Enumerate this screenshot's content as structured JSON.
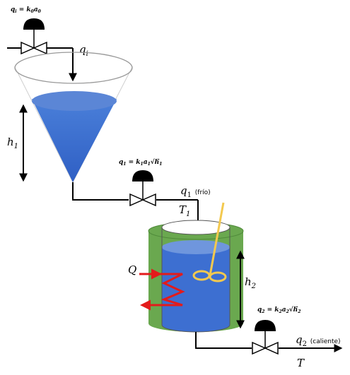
{
  "diagram": {
    "valve0": {
      "var": "q",
      "sub": "i",
      "rest": " = k",
      "rest_sub": "0",
      "tail": "a",
      "tail_sub": "0"
    },
    "valve1": {
      "var": "q",
      "sub": "1",
      "rest": " = k",
      "rest_sub": "1",
      "tail": "a",
      "tail_sub": "1",
      "sqrt": "h",
      "sqrt_sub": "1"
    },
    "valve2": {
      "var": "q",
      "sub": "2",
      "rest": " = k",
      "rest_sub": "2",
      "tail": "a",
      "tail_sub": "2",
      "sqrt": "h",
      "sqrt_sub": "2"
    },
    "flow_in": {
      "var": "q",
      "sub": "i"
    },
    "level_h1": {
      "var": "h",
      "sub": "1"
    },
    "flow_q1": {
      "var": "q",
      "sub": "1",
      "note": "(frío)"
    },
    "temp_t1": {
      "var": "T",
      "sub": "1"
    },
    "heat_q": {
      "var": "Q"
    },
    "level_h2": {
      "var": "h",
      "sub": "2"
    },
    "flow_q2": {
      "var": "q",
      "sub": "2",
      "note": "(caliente)"
    },
    "temp_t": {
      "var": "T"
    }
  },
  "colors": {
    "water": "#3d6fd1",
    "water_light": "#6f96dd",
    "jacket": "#6aa84f",
    "coil": "#e31b1b",
    "stirrer": "#f3c94f",
    "pipe": "#000000"
  }
}
